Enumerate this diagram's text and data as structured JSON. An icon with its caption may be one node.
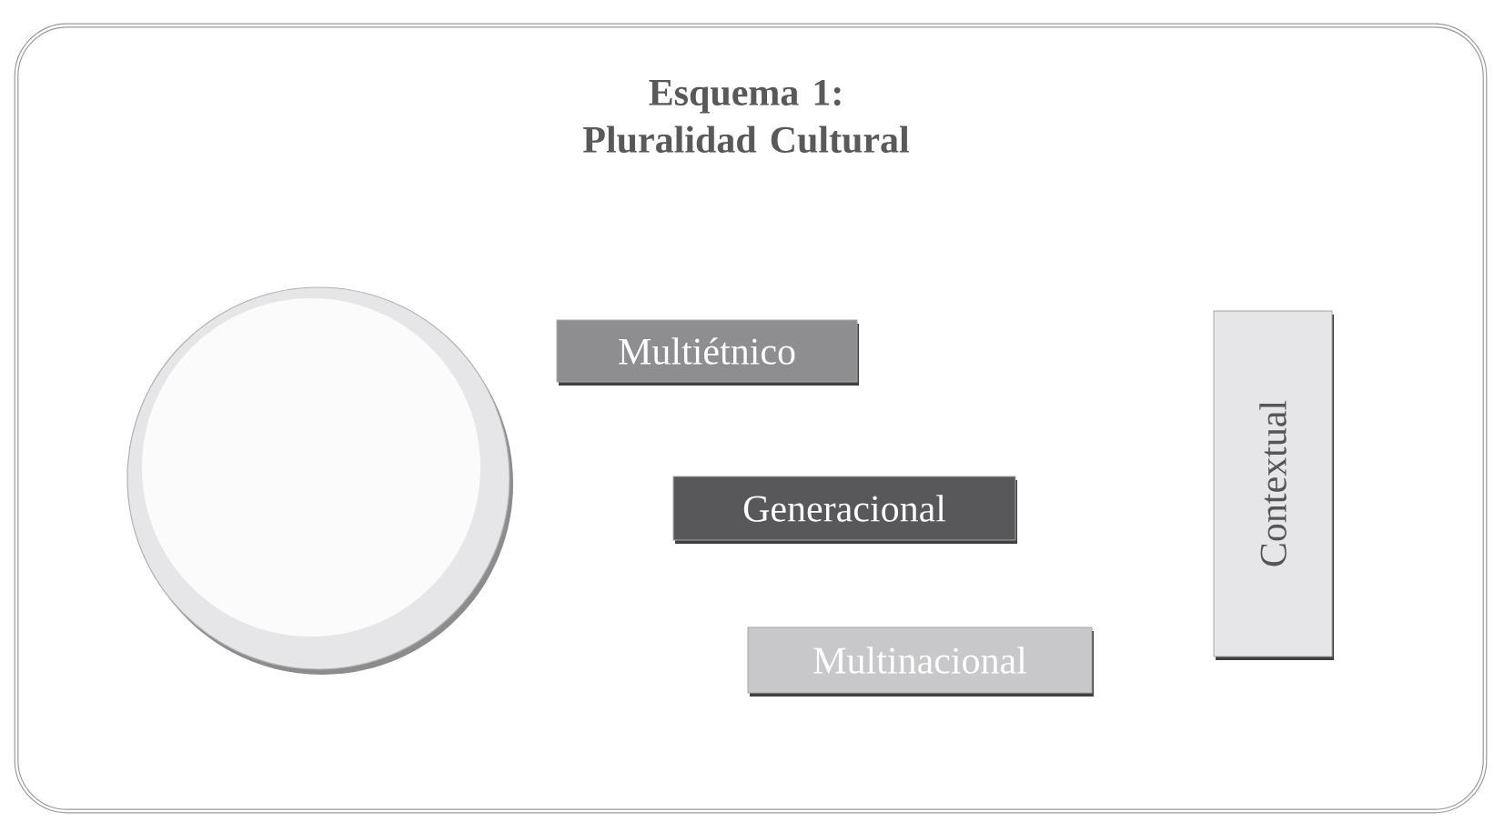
{
  "diagram": {
    "title": "Esquema 1: Pluralidad Cultural",
    "nodes": [
      {
        "text": [],
        "shape": "circle"
      },
      {
        "text": [
          "Multiétnico"
        ]
      },
      {
        "text": [
          "Generacional"
        ]
      },
      {
        "text": [
          "Multinacional"
        ]
      },
      {
        "text": [
          "Contextual"
        ]
      }
    ],
    "edges": []
  }
}
